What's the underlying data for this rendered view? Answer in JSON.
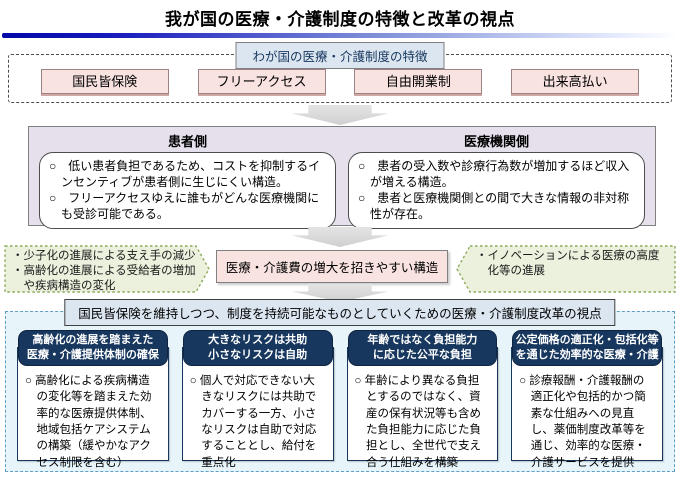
{
  "title": "我が国の医療・介護制度の特徴と改革の視点",
  "features": {
    "label": "わが国の医療・介護制度の特徴",
    "items": [
      "国民皆保険",
      "フリーアクセス",
      "自由開業制",
      "出来高払い"
    ]
  },
  "structure": {
    "patient": {
      "header": "患者側",
      "points": [
        "○　低い患者負担であるため、コストを抑制するインセンティブが患者側に生じにくい構造。",
        "○　フリーアクセスゆえに誰もがどんな医療機関にも受診可能である。"
      ]
    },
    "provider": {
      "header": "医療機関側",
      "points": [
        "○　患者の受入数や診療行為数が増加するほど収入が増える構造。",
        "○　患者と医療機関側との間で大きな情報の非対称性が存在。"
      ]
    }
  },
  "pressures": {
    "left": "・少子化の進展による支え手の減少\n・高齢化の進展による受給者の増加\n　や疾病構造の変化",
    "center": "医療・介護費の増大を招きやすい構造",
    "right": "・イノベーションによる医療の高度\n　化等の進展"
  },
  "reform": {
    "label": "国民皆保険を維持しつつ、制度を持続可能なものとしていくための医療・介護制度改革の視点",
    "columns": [
      {
        "header": "高齢化の進展を踏まえた\n医療・介護提供体制の確保",
        "body": "○ 高齢化による疾病構造の変化等を踏まえた効率的な医療提供体制、地域包括ケアシステムの構築（緩やかなアクセス制限を含む）"
      },
      {
        "header": "大きなリスクは共助\n小さなリスクは自助",
        "body": "○ 個人で対応できない大きなリスクには共助でカバーする一方、小さなリスクは自助で対応することとし、給付を重点化"
      },
      {
        "header": "年齢ではなく負担能力\nに応じた公平な負担",
        "body": "○ 年齢により異なる負担とするのではなく、資産の保有状況等も含めた負担能力に応じた負担とし、全世代で支え合う仕組みを構築"
      },
      {
        "header": "公定価格の適正化・包括化等\nを通じた効率的な医療・介護",
        "body": "○ 診療報酬・介護報酬の適正化や包括的かつ簡素な仕組みへの見直し、薬価制度改革等を通じ、効率的な医療・介護サービスを提供"
      }
    ]
  },
  "colors": {
    "accent_navy": "#17375e",
    "feature_pink": "#f9e3e1",
    "structure_lavender": "#e6e0ec",
    "pressure_green": "#ebf1dd",
    "label_blue": "#dce6f1",
    "reform_background": "#e7f5fb",
    "title_rule_blue": "#0008a8"
  }
}
